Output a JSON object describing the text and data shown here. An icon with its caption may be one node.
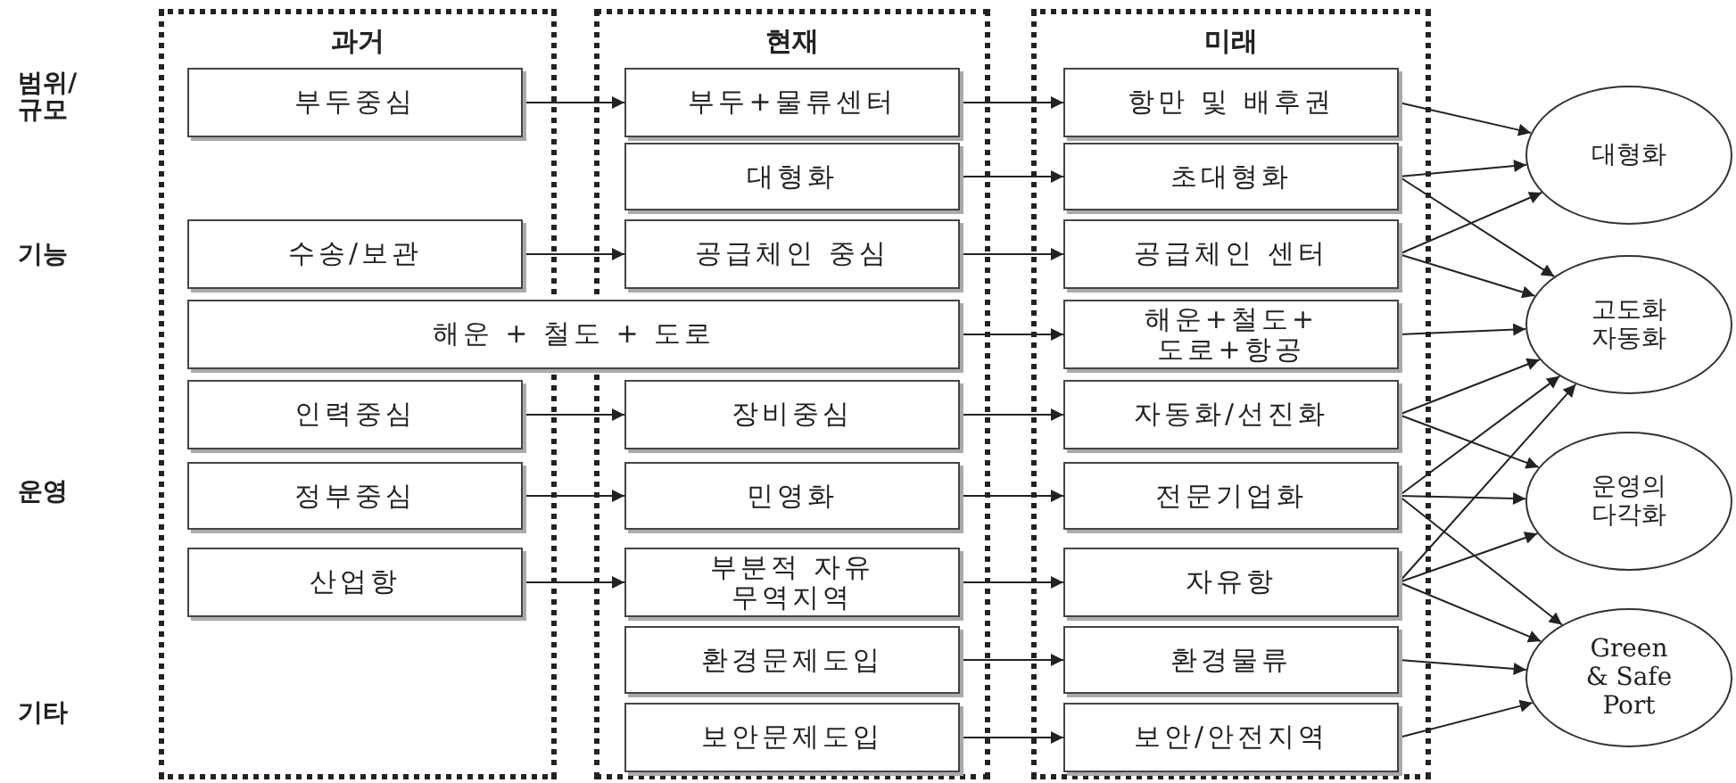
{
  "diagram": {
    "nodes": [
      {
        "text": [
          "과거"
        ]
      },
      {
        "text": [
          "현재"
        ]
      },
      {
        "text": [
          "미래"
        ]
      },
      {
        "text": [
          "부두중심"
        ],
        "in": 0
      },
      {
        "text": [
          "부두+물류센터"
        ],
        "in": 1
      },
      {
        "text": [
          "항만 및 배후권"
        ],
        "in": 2
      },
      {
        "text": [
          "대형화"
        ],
        "in": 1
      },
      {
        "text": [
          "초대형화"
        ],
        "in": 2
      },
      {
        "text": [
          "수송/보관"
        ],
        "in": 0
      },
      {
        "text": [
          "공급체인 중심"
        ],
        "in": 1
      },
      {
        "text": [
          "공급체인 센터"
        ],
        "in": 2
      },
      {
        "text": [
          "해운 + 철도 + 도로"
        ]
      },
      {
        "text": [
          "해운+철도+ 도로+항공"
        ],
        "in": 2
      },
      {
        "text": [
          "인력중심"
        ],
        "in": 0
      },
      {
        "text": [
          "장비중심"
        ],
        "in": 1
      },
      {
        "text": [
          "자동화/선진화"
        ],
        "in": 2
      },
      {
        "text": [
          "정부중심"
        ],
        "in": 0
      },
      {
        "text": [
          "민영화"
        ],
        "in": 1
      },
      {
        "text": [
          "전문기업화"
        ],
        "in": 2
      },
      {
        "text": [
          "산업항"
        ],
        "in": 0
      },
      {
        "text": [
          "부분적 자유 무역지역"
        ],
        "in": 1
      },
      {
        "text": [
          "자유항"
        ],
        "in": 2
      },
      {
        "text": [
          "환경문제도입"
        ],
        "in": 1
      },
      {
        "text": [
          "환경물류"
        ],
        "in": 2
      },
      {
        "text": [
          "보안문제도입"
        ],
        "in": 1
      },
      {
        "text": [
          "보안/안전지역"
        ],
        "in": 2
      },
      {
        "text": [
          "대형화"
        ]
      },
      {
        "text": [
          "고도화 자동화"
        ]
      },
      {
        "text": [
          "운영의 다각화"
        ]
      },
      {
        "text": [
          "Green & Safe Port"
        ]
      }
    ],
    "edges": [
      {
        "from": 3,
        "to": 4,
        "arrow": "to"
      },
      {
        "from": 4,
        "to": 5,
        "arrow": "to"
      },
      {
        "from": 6,
        "to": 7,
        "arrow": "to"
      },
      {
        "from": 8,
        "to": 9,
        "arrow": "to"
      },
      {
        "from": 9,
        "to": 10,
        "arrow": "to"
      },
      {
        "from": 11,
        "to": 12,
        "arrow": "to"
      },
      {
        "from": 13,
        "to": 14,
        "arrow": "to"
      },
      {
        "from": 14,
        "to": 15,
        "arrow": "to"
      },
      {
        "from": 16,
        "to": 17,
        "arrow": "to"
      },
      {
        "from": 17,
        "to": 18,
        "arrow": "to"
      },
      {
        "from": 19,
        "to": 20,
        "arrow": "to"
      },
      {
        "from": 20,
        "to": 21,
        "arrow": "to"
      },
      {
        "from": 22,
        "to": 23,
        "arrow": "to"
      },
      {
        "from": 24,
        "to": 25,
        "arrow": "to"
      },
      {
        "from": 5,
        "to": 26,
        "arrow": "to"
      },
      {
        "from": 7,
        "to": 26,
        "arrow": "to"
      },
      {
        "from": 7,
        "to": 27,
        "arrow": "to"
      },
      {
        "from": 10,
        "to": 26,
        "arrow": "to"
      },
      {
        "from": 10,
        "to": 27,
        "arrow": "to"
      },
      {
        "from": 12,
        "to": 27,
        "arrow": "to"
      },
      {
        "from": 15,
        "to": 27,
        "arrow": "to"
      },
      {
        "from": 15,
        "to": 28,
        "arrow": "to"
      },
      {
        "from": 18,
        "to": 27,
        "arrow": "to"
      },
      {
        "from": 18,
        "to": 28,
        "arrow": "to"
      },
      {
        "from": 18,
        "to": 29,
        "arrow": "to"
      },
      {
        "from": 21,
        "to": 27,
        "arrow": "to"
      },
      {
        "from": 21,
        "to": 28,
        "arrow": "to"
      },
      {
        "from": 21,
        "to": 29,
        "arrow": "to"
      },
      {
        "from": 23,
        "to": 29,
        "arrow": "to"
      },
      {
        "from": 25,
        "to": 29,
        "arrow": "to"
      }
    ],
    "labels": [
      "범위/ 규모",
      "기능",
      "운영",
      "기타"
    ]
  }
}
